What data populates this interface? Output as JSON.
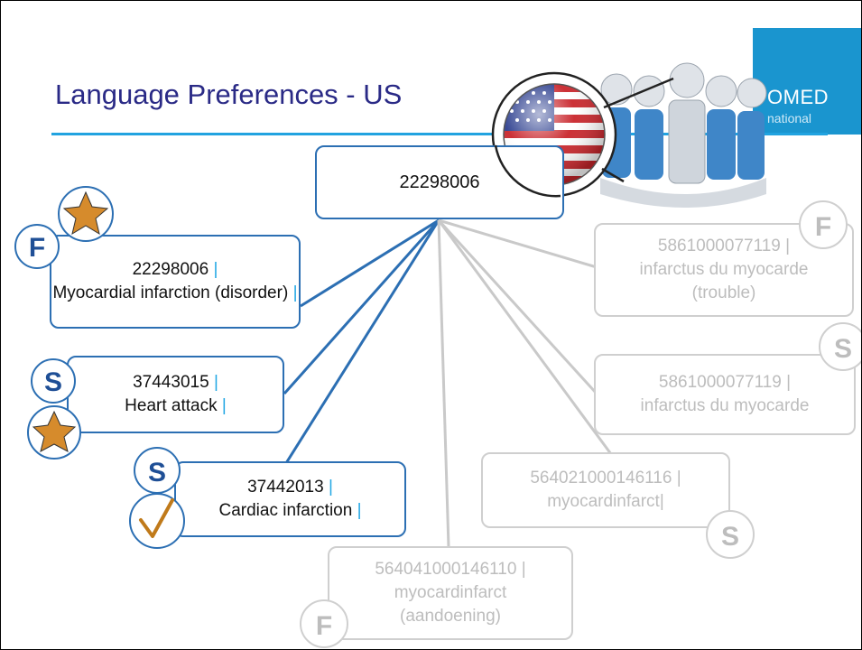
{
  "slide": {
    "title": "Language Preferences - US",
    "brand": {
      "line1": "IHTSDO MED",
      "line2": "International",
      "visible1": "OMED",
      "visible2": "national"
    }
  },
  "focus_concept": {
    "id": "22298006"
  },
  "us_terms": [
    {
      "id": "22298006",
      "term": "Myocardial infarction (disorder)",
      "badges": [
        "F",
        "star-icon"
      ]
    },
    {
      "id": "37443015",
      "term": "Heart attack",
      "badges": [
        "S",
        "star-icon"
      ]
    },
    {
      "id": "37442013",
      "term": "Cardiac infarction",
      "badges": [
        "S",
        "check-icon"
      ]
    }
  ],
  "other_terms": [
    {
      "id": "5861000077119",
      "term": "infarctus du myocarde (trouble)",
      "badge": "F"
    },
    {
      "id": "5861000077119",
      "term": "infarctus du myocarde",
      "badge": "S"
    },
    {
      "id": "564021000146116",
      "term": "myocardinfarct",
      "badge": "S"
    },
    {
      "id": "564041000146110",
      "term": "myocardinfarct (aandoening)",
      "badge": "F"
    }
  ],
  "colors": {
    "title": "#2a2a86",
    "rule": "#21a3e0",
    "active_border": "#2c6fb3",
    "separator": "#22a7e4",
    "faded": "#bdbdbd",
    "badge_letter": "#1f4f96",
    "star": "#d68b2c",
    "check": "#c07a1a"
  }
}
